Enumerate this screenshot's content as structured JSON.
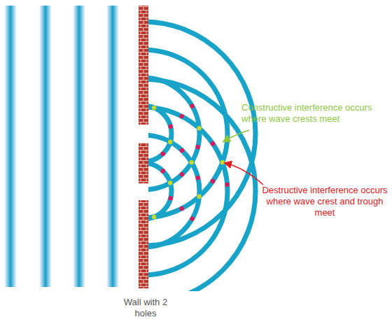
{
  "diagram": {
    "labels": [
      "Constructive interference occurs where wave crests meet",
      "Destructive interference occurs where wave crest and trough meet",
      "Wall with 2 holes"
    ]
  }
}
